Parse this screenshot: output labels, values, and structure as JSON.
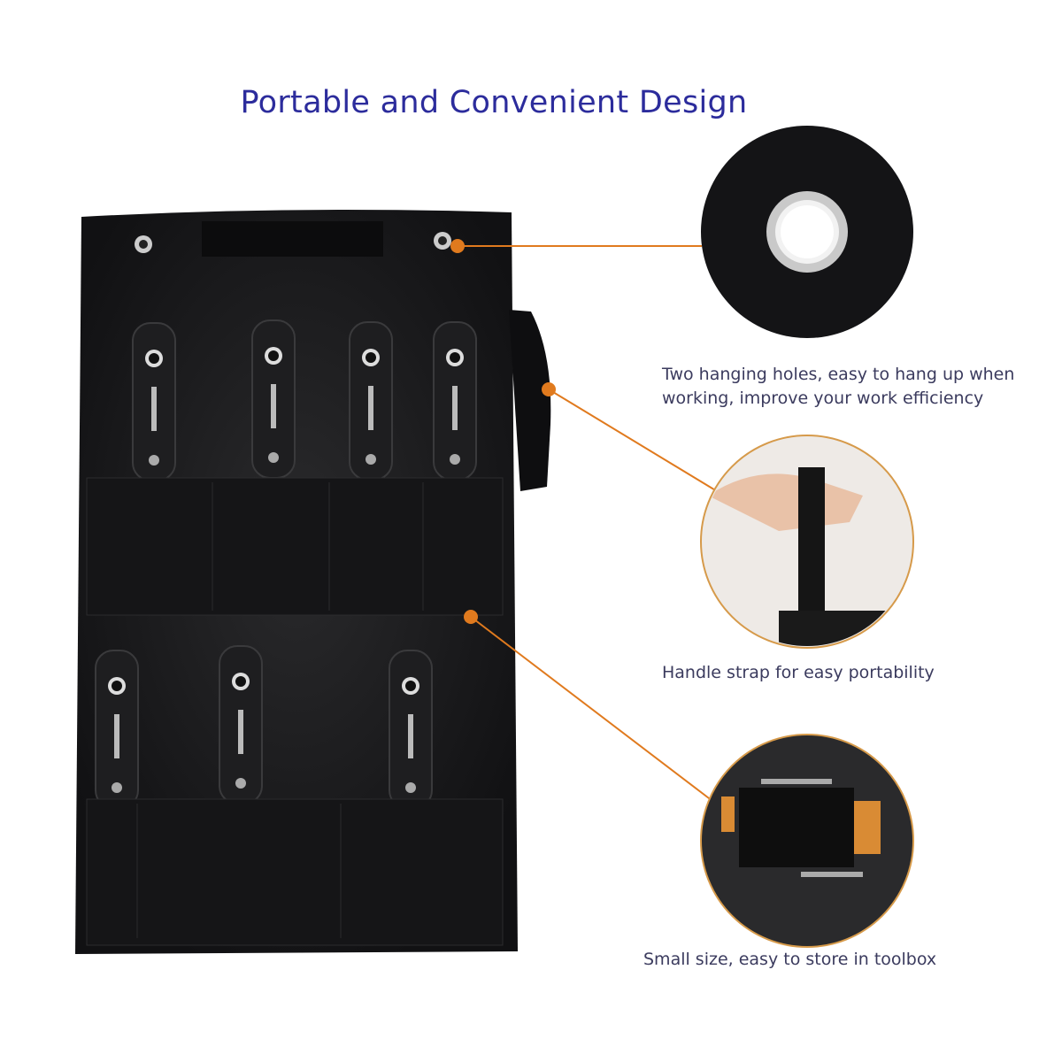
{
  "title": "Portable and Convenient Design",
  "features": [
    {
      "caption": "Two hanging holes, easy to hang up when working, improve your work efficiency"
    },
    {
      "caption": "Handle strap for easy portability"
    },
    {
      "caption": "Small size, easy to store in toolbox"
    }
  ],
  "colors": {
    "accent": "#e07a1e",
    "title": "#2c2c9c",
    "caption": "#3b3b5e"
  }
}
